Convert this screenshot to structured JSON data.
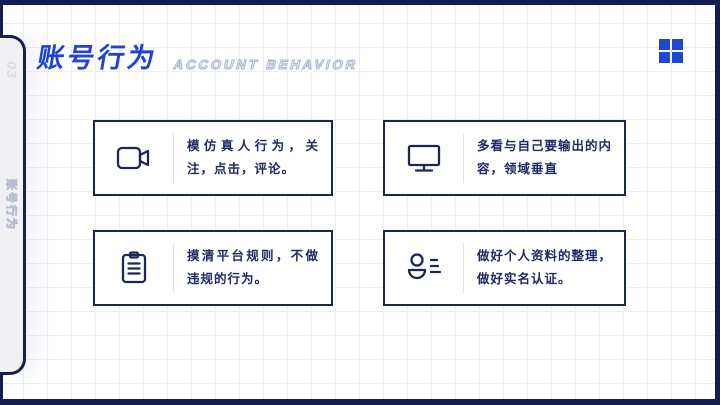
{
  "slide": {
    "page_number": "03",
    "sidebar_vertical_text": "账号行为",
    "title": "账号行为",
    "subtitle": "ACCOUNT  BEHAVIOR"
  },
  "cards": [
    {
      "icon": "video-camera-icon",
      "text": "模仿真人行为，关注，点击，评论。"
    },
    {
      "icon": "monitor-icon",
      "text": "多看与自己要输出的内容，领域垂直"
    },
    {
      "icon": "clipboard-icon",
      "text": "摸清平台规则，不做违规的行为。"
    },
    {
      "icon": "user-profile-icon",
      "text": "做好个人资料的整理，做好实名认证。"
    }
  ],
  "colors": {
    "accent_blue": "#2346cf",
    "title_blue": "#2140dd",
    "navy_border": "#1b2558",
    "frame_navy": "#131d4f",
    "text_navy": "#1f2a66",
    "grid_line": "#edeff6"
  }
}
